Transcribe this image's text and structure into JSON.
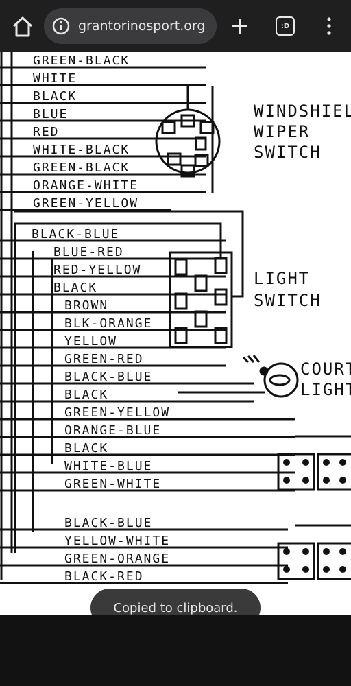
{
  "browser": {
    "url": "grantorinosport.org",
    "tabs_label": ":D"
  },
  "diagram": {
    "wires_top": [
      "GREEN-BLACK",
      "WHITE",
      "BLACK",
      "BLUE",
      "RED",
      "WHITE-BLACK",
      "GREEN-BLACK",
      "ORANGE-WHITE",
      "GREEN-YELLOW"
    ],
    "wires_mid": [
      "BLACK-BLUE",
      "BLUE-RED",
      "RED-YELLOW",
      "BLACK",
      "BROWN",
      "BLK-ORANGE",
      "YELLOW",
      "GREEN-RED",
      "BLACK-BLUE",
      "BLACK",
      "GREEN-YELLOW",
      "ORANGE-BLUE",
      "BLACK",
      "WHITE-BLUE",
      "GREEN-WHITE"
    ],
    "wires_bottom": [
      "BLACK-BLUE",
      "YELLOW-WHITE",
      "GREEN-ORANGE",
      "BLACK-RED"
    ],
    "windshield_label": [
      "WINDSHIEL",
      "WIPER",
      "SWITCH"
    ],
    "light_label": [
      "LIGHT",
      "SWITCH"
    ],
    "courtesy_label": [
      "COURT",
      "LIGHT"
    ]
  },
  "toast": "Copied to clipboard."
}
